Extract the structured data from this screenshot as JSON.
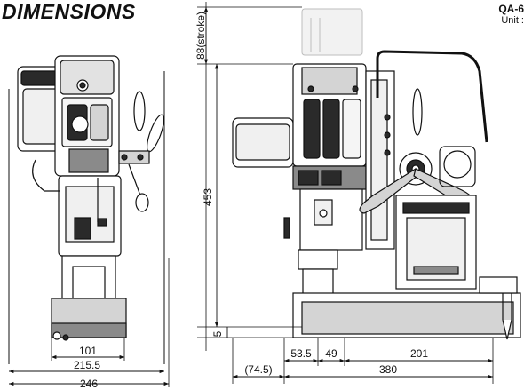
{
  "header": {
    "title": "DIMENSIONS",
    "model": "QA-6",
    "unit": "Unit :"
  },
  "front_view": {
    "dims": {
      "width_101": "101",
      "width_215_5": "215.5",
      "width_246": "246"
    }
  },
  "side_view": {
    "dims": {
      "stroke": "88(stroke)",
      "height_453": "453",
      "base_5": "5",
      "offset_74_5": "(74.5)",
      "d_53_5": "53.5",
      "d_49": "49",
      "d_201": "201",
      "length_380": "380"
    }
  },
  "colors": {
    "line": "#111111",
    "body_dark": "#2a2a2a",
    "body_mid": "#8a8a8a",
    "body_light": "#d4d4d4",
    "ghost": "#cfcfcf"
  }
}
